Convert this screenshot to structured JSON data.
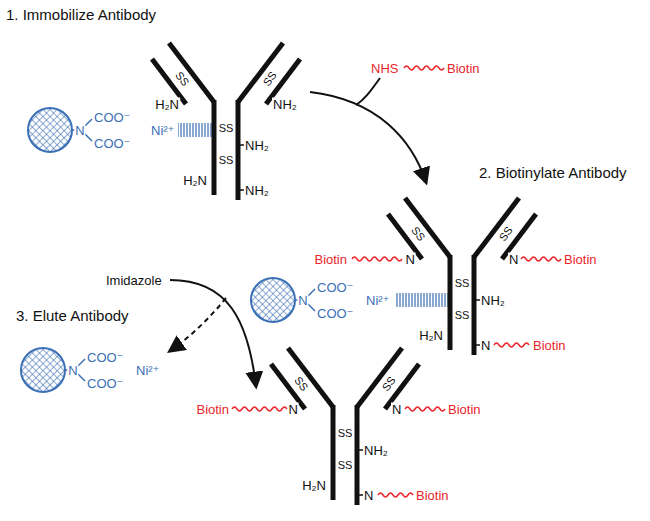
{
  "diagram": {
    "labels": [
      "1. Immobilize Antibody",
      "H₂N",
      "SS",
      "SS",
      "NH₂",
      "N",
      "COO⁻",
      "COO⁻",
      "Ni²⁺",
      "SS",
      "NH₂",
      "SS",
      "H₂N",
      "NH₂",
      "NHS",
      "Biotin",
      "2. Biotinylate Antibody",
      "Biotin",
      "N",
      "SS",
      "SS",
      "N",
      "Biotin",
      "N",
      "COO⁻",
      "COO⁻",
      "Ni²⁺",
      "SS",
      "NH₂",
      "SS",
      "H₂N",
      "N",
      "Biotin",
      "Imidazole",
      "3. Elute Antibody",
      "N",
      "COO⁻",
      "COO⁻",
      "Ni²⁺",
      "Biotin",
      "N",
      "SS",
      "SS",
      "N",
      "Biotin",
      "SS",
      "NH₂",
      "SS",
      "H₂N",
      "N",
      "Biotin"
    ]
  }
}
